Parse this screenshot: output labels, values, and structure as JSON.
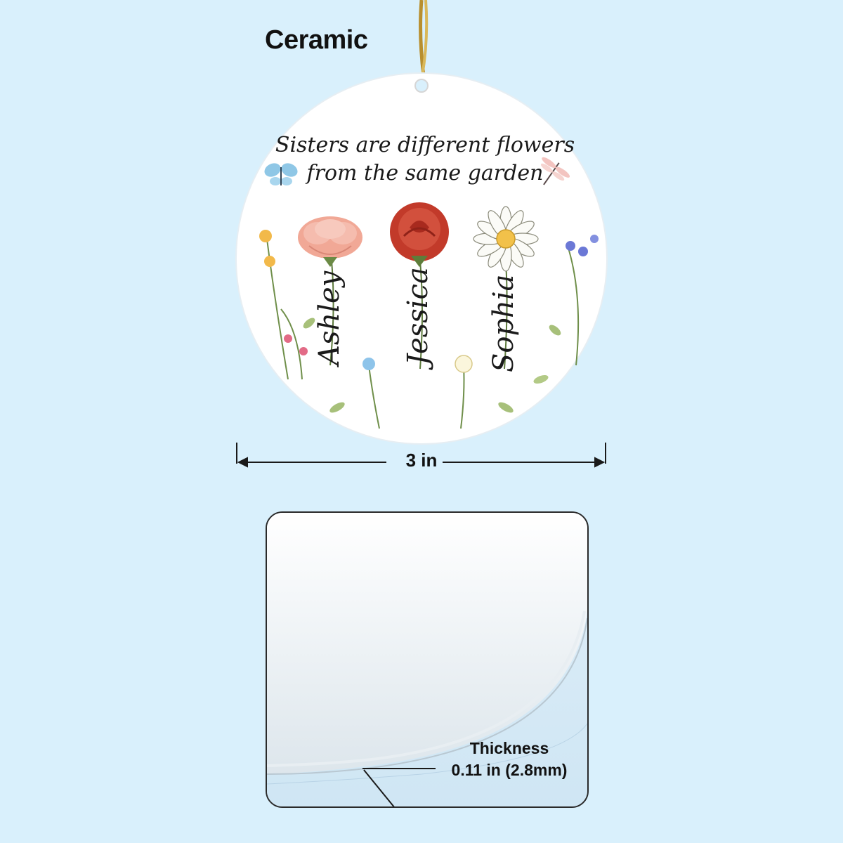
{
  "product": {
    "material_label": "Ceramic",
    "quote_line1": "Sisters are different flowers",
    "quote_line2": "from the same garden",
    "names": [
      "Ashley",
      "Jessica",
      "Sophia"
    ]
  },
  "dimension": {
    "width_label": "3 in"
  },
  "detail": {
    "thickness_title": "Thickness",
    "thickness_value": "0.11 in (2.8mm)"
  },
  "colors": {
    "background": "#d9f0fc",
    "ornament": "#ffffff",
    "cord": "#c9a64a",
    "carnation": "#f1a896",
    "rose": "#c23a2a",
    "daisy_center": "#f2c14a"
  }
}
